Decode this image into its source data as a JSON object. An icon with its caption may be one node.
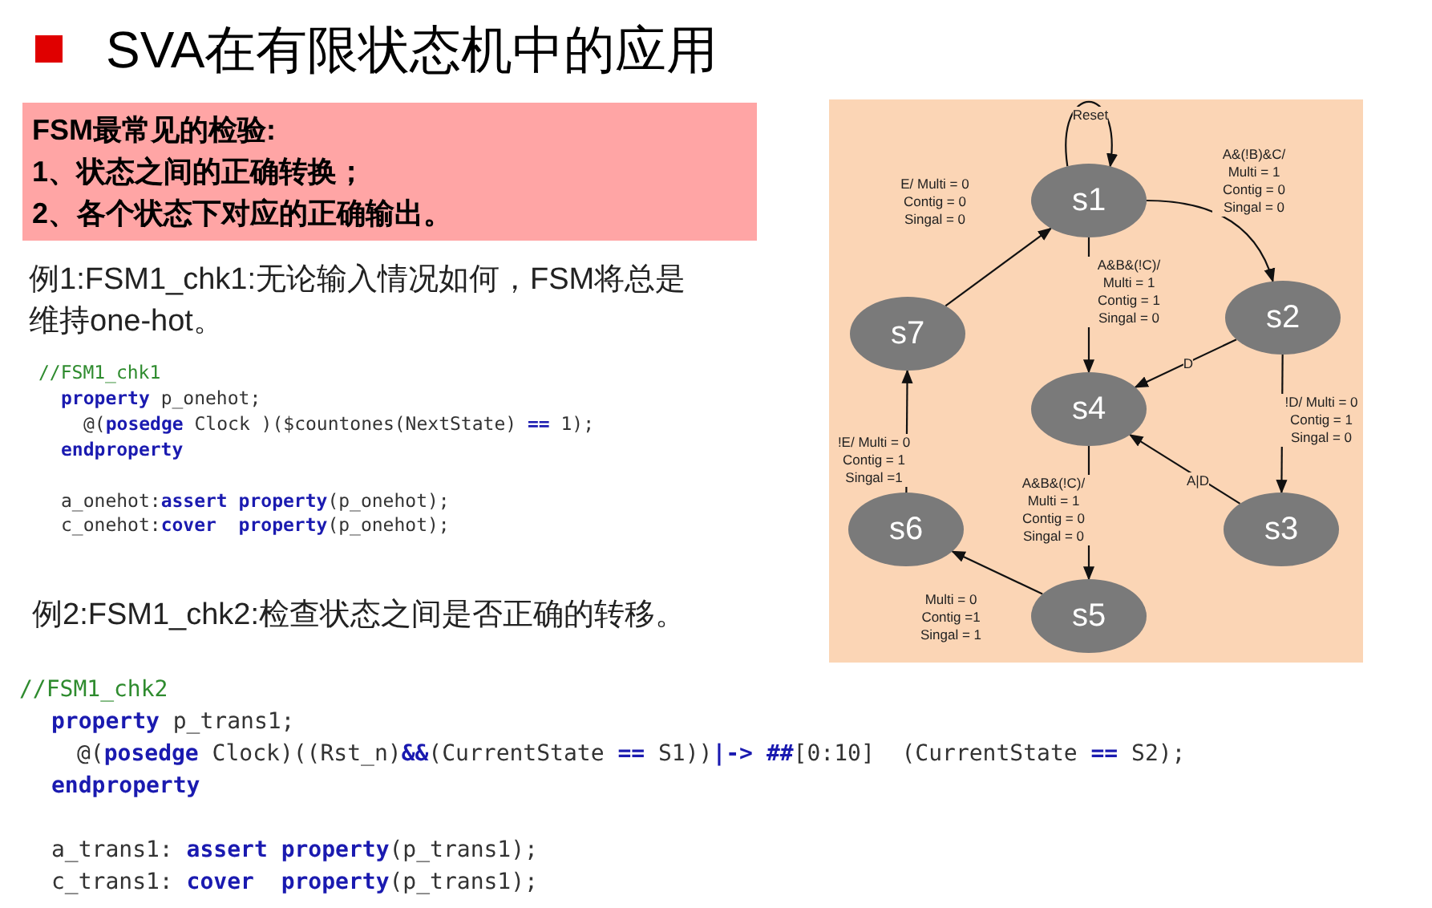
{
  "diagram": {
    "title": "SVA在有限状态机中的应用",
    "nodes": [
      {
        "text": [
          "FSM最常见的检验:",
          "1、状态之间的正确转换；",
          "2、各个状态下对应的正确输出。"
        ]
      },
      {
        "text": [
          "s1"
        ]
      },
      {
        "text": [
          "s2"
        ]
      },
      {
        "text": [
          "s3"
        ]
      },
      {
        "text": [
          "s4"
        ]
      },
      {
        "text": [
          "s5"
        ]
      },
      {
        "text": [
          "s6"
        ]
      },
      {
        "text": [
          "s7"
        ]
      }
    ],
    "edges": [
      {
        "from": 1,
        "to": 1,
        "arrow": "to",
        "label": "Reset"
      },
      {
        "from": 1,
        "to": 2,
        "arrow": "to",
        "label": "A&(!B)&C/ Multi = 1 Contig = 0 Singal = 0"
      },
      {
        "from": 1,
        "to": 4,
        "arrow": "to",
        "label": "A&B&(!C)/ Multi = 1 Contig = 1 Singal = 0"
      },
      {
        "from": 2,
        "to": 4,
        "arrow": "to",
        "label": "D"
      },
      {
        "from": 2,
        "to": 3,
        "arrow": "to",
        "label": "!D/ Multi = 0 Contig = 1 Singal = 0"
      },
      {
        "from": 3,
        "to": 4,
        "arrow": "to",
        "label": "A|D"
      },
      {
        "from": 4,
        "to": 5,
        "arrow": "to",
        "label": "A&B&(!C)/ Multi = 1 Contig = 0 Singal = 0"
      },
      {
        "from": 5,
        "to": 6,
        "arrow": "to",
        "label": "Multi = 0 Contig =1 Singal = 1"
      },
      {
        "from": 6,
        "to": 7,
        "arrow": "to",
        "label": "!E/ Multi = 0 Contig = 1 Singal =1"
      },
      {
        "from": 7,
        "to": 1,
        "arrow": "to",
        "label": "E/ Multi = 0 Contig = 0 Singal = 0"
      }
    ],
    "labels": [
      "例1:FSM1_chk1:无论输入情况如何，FSM将总是维持one-hot。",
      "//FSM1_chk1",
      "**property** p_onehot;",
      "@(**posedge** Clock )($countones(NextState) **==** 1);",
      "**endproperty**",
      "a_onehot:**assert** **property**(p_onehot);",
      "c_onehot:**cover**  **property**(p_onehot);",
      "例2:FSM1_chk2:检查状态之间是否正确的转移。",
      "//FSM1_chk2",
      "**property** p_trans1;",
      "@(**posedge** Clock)((Rst_n)**&&**(CurrentState **==** S1))**|->** **##**[0:10]  (CurrentState **==** S2);",
      "**endproperty**",
      "a_trans1: **assert** **property**(p_trans1);",
      "c_trans1: **cover**  **property**(p_trans1);"
    ]
  }
}
